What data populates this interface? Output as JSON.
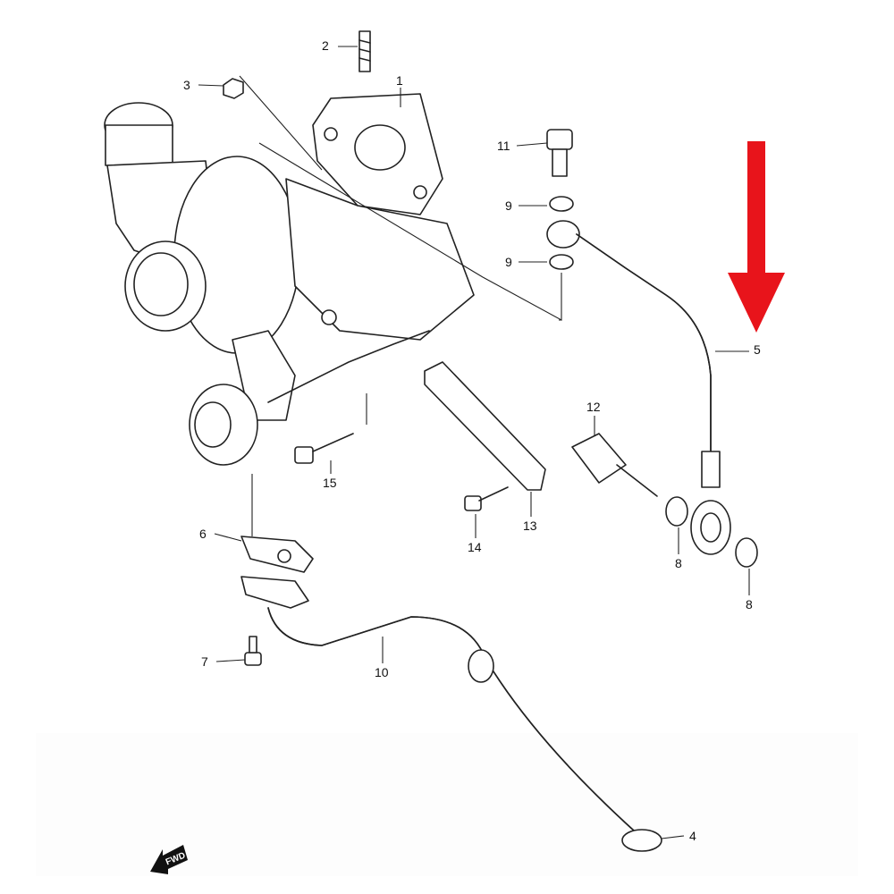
{
  "diagram": {
    "title": "Turbocharger oil pipe parts diagram",
    "callouts": [
      "1",
      "2",
      "3",
      "4",
      "5",
      "6",
      "7",
      "8",
      "8",
      "9",
      "9",
      "10",
      "11",
      "12",
      "13",
      "14",
      "15"
    ],
    "fwd_label": "FWD",
    "highlight_color": "#e8141b",
    "highlighted_part": "5"
  }
}
